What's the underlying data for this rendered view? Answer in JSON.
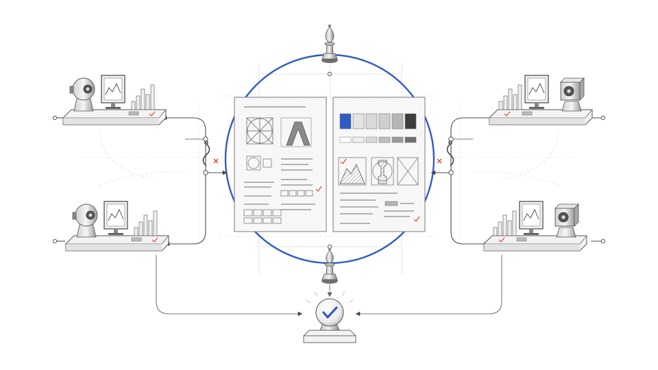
{
  "colors": {
    "accent_blue": "#2f5bc4",
    "mark_red": "#d9482b",
    "ink": "#3a3a3a",
    "ink_light": "#9a9a9a",
    "guide": "#d6d6d6",
    "platform_top": "#f3f3f3",
    "platform_side": "#d9d9d9"
  },
  "icons": {
    "top_piece": "chess-bishop-icon",
    "bottom_piece": "chess-bishop-icon",
    "agent_left": "robot-camera-icon",
    "agent_right": "cube-camera-icon",
    "monitor": "monitor-chart-icon",
    "hook": "hook-icon",
    "verify": "checkmark-icon",
    "reject": "x-mark-icon"
  },
  "workstations": [
    {
      "id": "top-left",
      "agent": "robot-camera-icon",
      "side": "left"
    },
    {
      "id": "bottom-left",
      "agent": "robot-camera-icon",
      "side": "left"
    },
    {
      "id": "top-right",
      "agent": "cube-camera-icon",
      "side": "right"
    },
    {
      "id": "bottom-right",
      "agent": "cube-camera-icon",
      "side": "right"
    }
  ],
  "palette_swatches": [
    "#2f5bc4",
    "#e4e4e4",
    "#dadada",
    "#cfcfcf",
    "#b5b5b5",
    "#3d3d3d"
  ],
  "tone_bar": [
    "#ffffff",
    "#f0f0f0",
    "#d8d8d8",
    "#bdbdbd",
    "#9a9a9a",
    "#6e6e6e"
  ]
}
